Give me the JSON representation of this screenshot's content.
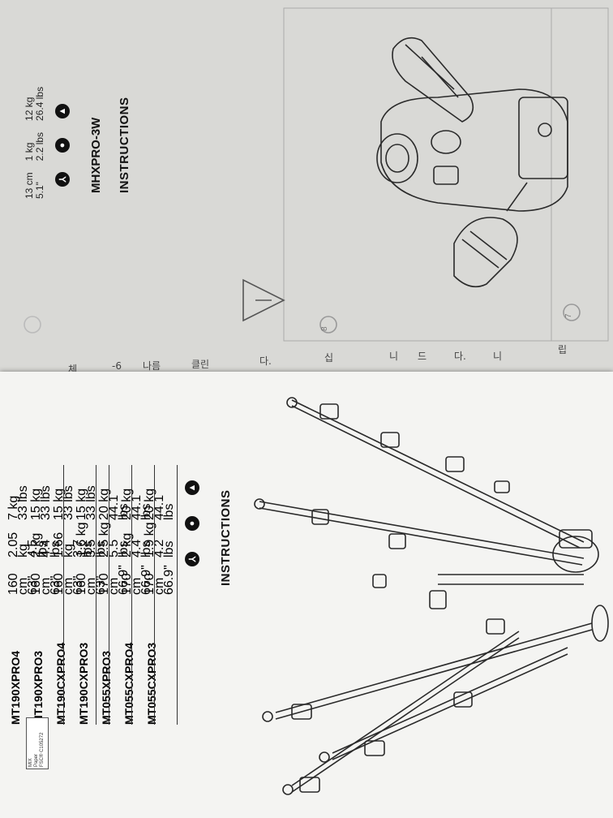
{
  "top_page": {
    "title": "INSTRUCTIONS",
    "model": "MHXPRO-3W",
    "specs": [
      {
        "icon": "height-icon",
        "metric": "13 cm",
        "imperial": "5.1\""
      },
      {
        "icon": "weight-icon",
        "metric": "1 kg",
        "imperial": "2.2 lbs"
      },
      {
        "icon": "load-icon",
        "metric": "12 kg",
        "imperial": "26.4 lbs"
      }
    ],
    "step_numbers": [
      "8",
      "7"
    ]
  },
  "bottom_page": {
    "title": "INSTRUCTIONS",
    "models": [
      {
        "name": "MT055CXPRO3",
        "height": [
          "170 cm",
          "66.9\""
        ],
        "weight": [
          "1.9 kg",
          "4.2 lbs"
        ],
        "load": [
          "20 kg",
          "44.1 lbs"
        ]
      },
      {
        "name": "MT055CXPRO4",
        "height": [
          "170 cm",
          "66.9\""
        ],
        "weight": [
          "2 kg",
          "4.4 lbs"
        ],
        "load": [
          "20 kg",
          "44.1 lbs"
        ]
      },
      {
        "name": "MT055XPRO3",
        "height": [
          "170 cm",
          "66.9\""
        ],
        "weight": [
          "2.5 kg",
          "5.5 lbs"
        ],
        "load": [
          "20 kg",
          "44.1 lbs"
        ]
      },
      {
        "name": "MT190CXPRO3",
        "height": [
          "160 cm",
          "63\""
        ],
        "weight": [
          "1.6 kg",
          "3.5 lbs"
        ],
        "load": [
          "15 kg",
          "33 lbs"
        ]
      },
      {
        "name": "MT190CXPRO4",
        "height": [
          "160 cm",
          "63\""
        ],
        "weight": [
          "1.66 kg",
          "3.7 lbs"
        ],
        "load": [
          "15 kg",
          "33 lbs"
        ]
      },
      {
        "name": "MT190XPRO3",
        "height": [
          "160 cm",
          "63\""
        ],
        "weight": [
          "2 kg",
          "4.4 lbs"
        ],
        "load": [
          "15 kg",
          "33 lbs"
        ]
      },
      {
        "name": "MT190XPRO4",
        "height": [
          "160 cm",
          "63\""
        ],
        "weight": [
          "2.05 kg",
          "4.5 lbs"
        ],
        "load": [
          "7 kg",
          "33 lbs"
        ]
      }
    ],
    "fsc": {
      "line1": "MIX",
      "line2": "Paper",
      "line3": "FSC® C105272"
    }
  },
  "korean_fragments": [
    "립",
    "니",
    "다.",
    "드",
    "니",
    "십",
    "다.",
    "클린",
    "나름",
    "-6",
    "체"
  ],
  "colors": {
    "sheet_top": "#d9d9d6",
    "sheet_bottom": "#f4f4f2",
    "background": "#5b5a55",
    "ink": "#111111"
  }
}
